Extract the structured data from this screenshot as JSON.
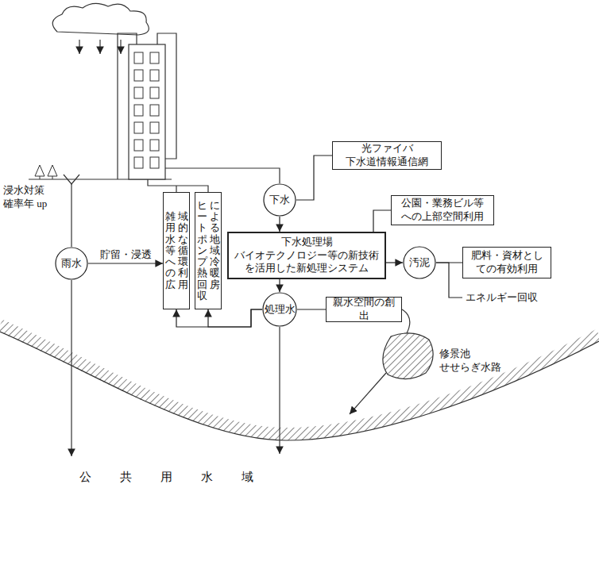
{
  "diagram": {
    "nodes": [
      {
        "text": [
          "雨水"
        ]
      },
      {
        "text": [
          "雑用水等への広域的な循環利用"
        ]
      },
      {
        "text": [
          "ヒートポンプ熱回収による地域冷暖房"
        ]
      },
      {
        "text": [
          "光ファイバ 下水道情報通信網"
        ]
      },
      {
        "text": [
          "下水"
        ]
      },
      {
        "text": [
          "公園・業務ビル等への上部空間利用"
        ]
      },
      {
        "text": [
          "下水処理場",
          "バイオテクノロジー等の新技術を活用した新処理システム"
        ]
      },
      {
        "text": [
          "汚泥"
        ]
      },
      {
        "text": [
          "肥料・資材としての有効利用"
        ]
      },
      {
        "text": [
          "エネルギー回収"
        ]
      },
      {
        "text": [
          "処理水"
        ]
      },
      {
        "text": [
          "親水空間の創出"
        ]
      }
    ],
    "edges": [
      {
        "from": 0,
        "to": 1,
        "label": "貯留・浸透",
        "arrow": "to"
      },
      {
        "from": 4,
        "to": 3,
        "arrow": "none"
      },
      {
        "from": 4,
        "to": 6,
        "arrow": "to"
      },
      {
        "from": 6,
        "to": 5,
        "arrow": "none"
      },
      {
        "from": 6,
        "to": 7,
        "arrow": "to"
      },
      {
        "from": 7,
        "to": 8,
        "arrow": "none"
      },
      {
        "from": 7,
        "to": 9,
        "arrow": "none"
      },
      {
        "from": 6,
        "to": 10,
        "arrow": "to"
      },
      {
        "from": 10,
        "to": 1,
        "arrow": "to"
      },
      {
        "from": 10,
        "to": 2,
        "arrow": "to"
      },
      {
        "from": 10,
        "to": 11,
        "arrow": "none"
      }
    ],
    "labels": [
      "浸水対策 確率年 up",
      "修景池 せせらぎ水路",
      "公共用水域"
    ]
  }
}
